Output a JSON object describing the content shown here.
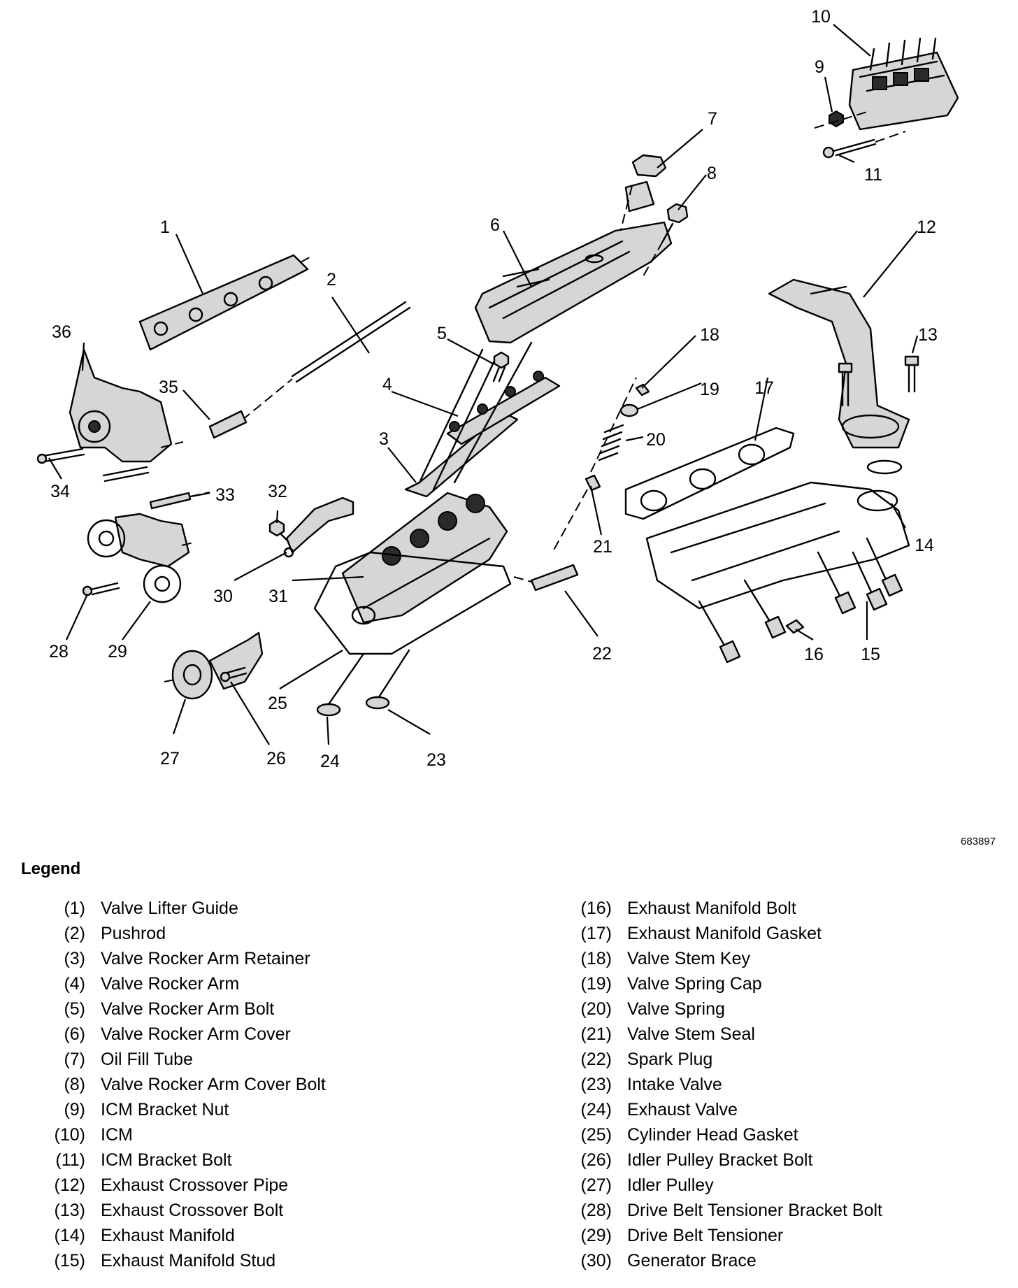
{
  "figure_id": "683897",
  "callouts": [
    "1",
    "2",
    "3",
    "4",
    "5",
    "6",
    "7",
    "8",
    "9",
    "10",
    "11",
    "12",
    "13",
    "14",
    "15",
    "16",
    "17",
    "18",
    "19",
    "20",
    "21",
    "22",
    "23",
    "24",
    "25",
    "26",
    "27",
    "28",
    "29",
    "30",
    "31",
    "32",
    "33",
    "34",
    "35",
    "36"
  ],
  "legend": {
    "title": "Legend",
    "left": [
      {
        "num": "(1)",
        "label": "Valve Lifter Guide"
      },
      {
        "num": "(2)",
        "label": "Pushrod"
      },
      {
        "num": "(3)",
        "label": "Valve Rocker Arm Retainer"
      },
      {
        "num": "(4)",
        "label": "Valve Rocker Arm"
      },
      {
        "num": "(5)",
        "label": "Valve Rocker Arm Bolt"
      },
      {
        "num": "(6)",
        "label": "Valve Rocker Arm Cover"
      },
      {
        "num": "(7)",
        "label": "Oil Fill Tube"
      },
      {
        "num": "(8)",
        "label": "Valve Rocker Arm Cover Bolt"
      },
      {
        "num": "(9)",
        "label": "ICM Bracket Nut"
      },
      {
        "num": "(10)",
        "label": "ICM"
      },
      {
        "num": "(11)",
        "label": "ICM Bracket Bolt"
      },
      {
        "num": "(12)",
        "label": "Exhaust Crossover Pipe"
      },
      {
        "num": "(13)",
        "label": "Exhaust Crossover Bolt"
      },
      {
        "num": "(14)",
        "label": "Exhaust Manifold"
      },
      {
        "num": "(15)",
        "label": "Exhaust Manifold Stud"
      }
    ],
    "right": [
      {
        "num": "(16)",
        "label": "Exhaust Manifold Bolt"
      },
      {
        "num": "(17)",
        "label": "Exhaust Manifold Gasket"
      },
      {
        "num": "(18)",
        "label": "Valve Stem Key"
      },
      {
        "num": "(19)",
        "label": "Valve Spring Cap"
      },
      {
        "num": "(20)",
        "label": "Valve Spring"
      },
      {
        "num": "(21)",
        "label": "Valve Stem Seal"
      },
      {
        "num": "(22)",
        "label": "Spark Plug"
      },
      {
        "num": "(23)",
        "label": "Intake Valve"
      },
      {
        "num": "(24)",
        "label": "Exhaust Valve"
      },
      {
        "num": "(25)",
        "label": "Cylinder Head Gasket"
      },
      {
        "num": "(26)",
        "label": "Idler Pulley Bracket Bolt"
      },
      {
        "num": "(27)",
        "label": "Idler Pulley"
      },
      {
        "num": "(28)",
        "label": "Drive Belt Tensioner Bracket Bolt"
      },
      {
        "num": "(29)",
        "label": "Drive Belt Tensioner"
      },
      {
        "num": "(30)",
        "label": "Generator Brace"
      }
    ]
  }
}
